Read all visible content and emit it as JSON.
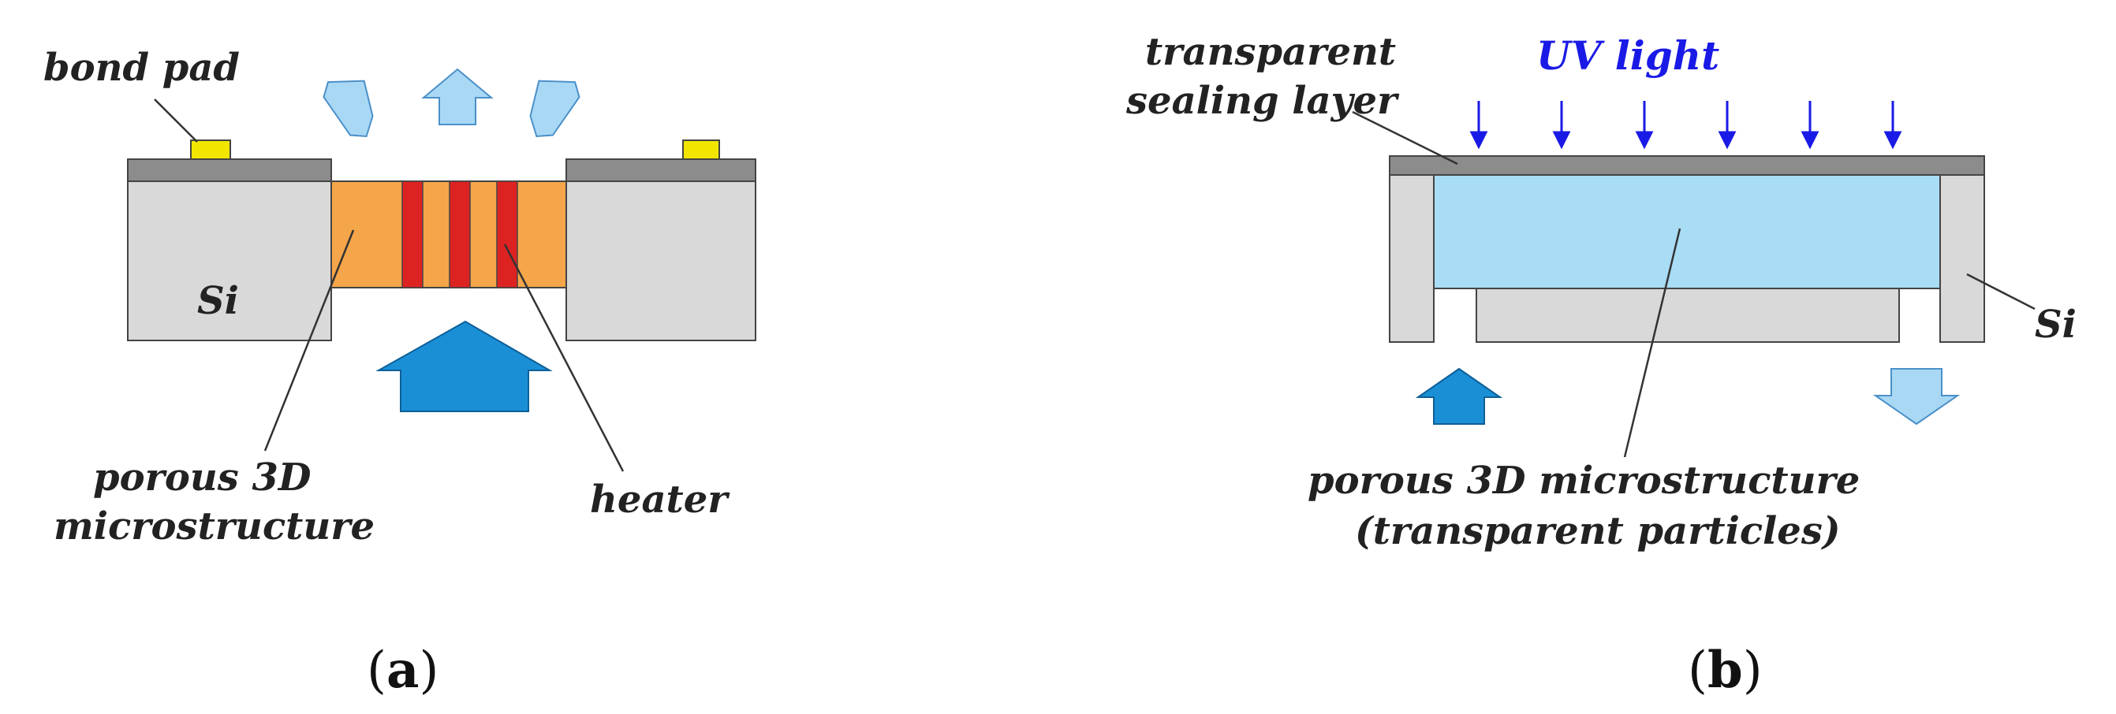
{
  "panel_a": {
    "labels": {
      "bond_pad": "bond pad",
      "si": "Si",
      "porous_line1": "porous 3D",
      "porous_line2": "microstructure",
      "heater": "heater"
    },
    "caption": {
      "open": "(",
      "letter": "a",
      "close": ")"
    }
  },
  "panel_b": {
    "labels": {
      "sealing_line1": "transparent",
      "sealing_line2": "sealing layer",
      "uv_light": "UV light",
      "si": "Si",
      "porous_line1": "porous 3D microstructure",
      "porous_line2": "(transparent particles)"
    },
    "caption": {
      "open": "(",
      "letter": "b",
      "close": ")"
    }
  },
  "colors": {
    "silicon": "#d9d9d9",
    "layer": "#8c8c8c",
    "bond_pad": "#f2e600",
    "porous_orange": "#f5a64a",
    "heater_red": "#dd2222",
    "arrow_dark": "#1a8fd6",
    "arrow_light": "#a9d8f5",
    "uv_blue": "#1a1ae6",
    "porous_blue": "#a9dcf5"
  }
}
